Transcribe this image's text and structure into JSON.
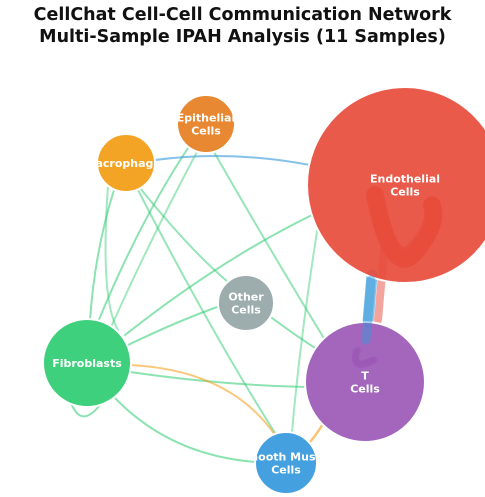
{
  "title": {
    "line1": "CellChat Cell-Cell Communication Network",
    "line2": "Multi-Sample IPAH Analysis (11 Samples)"
  },
  "nodes": [
    {
      "id": "endothelial",
      "lines": [
        "Endothelial",
        "Cells"
      ],
      "color": "#e74c3c"
    },
    {
      "id": "t",
      "lines": [
        "T",
        "Cells"
      ],
      "color": "#9b59b6"
    },
    {
      "id": "fibroblasts",
      "lines": [
        "Fibroblasts"
      ],
      "color": "#2ecc71"
    },
    {
      "id": "smooth",
      "lines": [
        "Smooth Muscle",
        "Cells"
      ],
      "color": "#3498db"
    },
    {
      "id": "epithelial",
      "lines": [
        "Epithelial",
        "Cells"
      ],
      "color": "#e67e22"
    },
    {
      "id": "macrophages",
      "lines": [
        "Macrophages"
      ],
      "color": "#f39c12"
    },
    {
      "id": "other",
      "lines": [
        "Other",
        "Cells"
      ],
      "color": "#95a5a6"
    }
  ],
  "edge_colors": {
    "endothelial": "#e74c3c",
    "t": "#9b59b6",
    "fibroblasts": "#2ecc71",
    "smooth": "#f39c12",
    "macrophages": "#3498db",
    "t_to_endothelial": "#3498db"
  }
}
